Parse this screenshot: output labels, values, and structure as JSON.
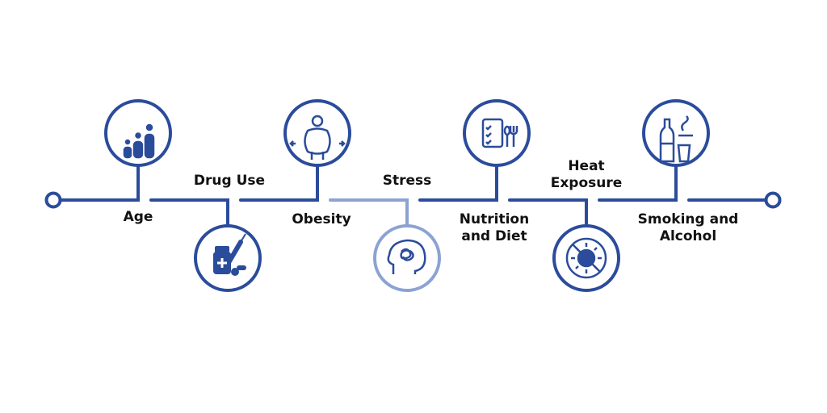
{
  "colors": {
    "primary": "#2B4C9B",
    "light": "#8CA3D2",
    "text": "#111111",
    "background": "#FFFFFF"
  },
  "factors": [
    {
      "label": [
        "Age"
      ],
      "icon": "people-age-icon",
      "position": "top",
      "shade": "primary"
    },
    {
      "label": [
        "Drug Use"
      ],
      "icon": "medicine-syringe-icon",
      "position": "bottom",
      "shade": "primary"
    },
    {
      "label": [
        "Obesity"
      ],
      "icon": "obese-person-icon",
      "position": "top",
      "shade": "primary"
    },
    {
      "label": [
        "Stress"
      ],
      "icon": "stressed-head-icon",
      "position": "bottom",
      "shade": "light"
    },
    {
      "label": [
        "Nutrition",
        "and Diet"
      ],
      "icon": "checklist-cutlery-icon",
      "position": "top",
      "shade": "primary"
    },
    {
      "label": [
        "Heat",
        "Exposure"
      ],
      "icon": "sun-prohibited-icon",
      "position": "bottom",
      "shade": "primary"
    },
    {
      "label": [
        "Smoking and",
        "Alcohol"
      ],
      "icon": "bottle-cigarette-icon",
      "position": "top",
      "shade": "primary"
    }
  ]
}
